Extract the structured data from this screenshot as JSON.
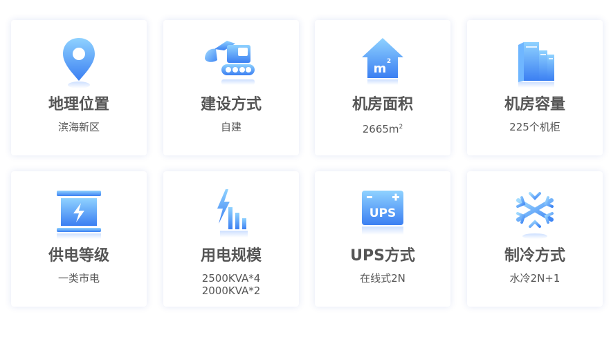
{
  "cards": [
    {
      "icon": "location-pin-icon",
      "title": "地理位置",
      "value": "滨海新区"
    },
    {
      "icon": "excavator-icon",
      "title": "建设方式",
      "value": "自建"
    },
    {
      "icon": "house-m2-icon",
      "title": "机房面积",
      "value_main": "2665m",
      "value_sup": "2",
      "icon_label": "m",
      "icon_label_sup": "2"
    },
    {
      "icon": "server-racks-icon",
      "title": "机房容量",
      "value": "225个机柜"
    },
    {
      "icon": "battery-icon",
      "title": "供电等级",
      "value": "一类市电"
    },
    {
      "icon": "power-bars-icon",
      "title": "用电规模",
      "value_lines": [
        "2500KVA*4",
        "2000KVA*2"
      ]
    },
    {
      "icon": "ups-icon",
      "title": "UPS方式",
      "value": "在线式2N",
      "icon_label": "UPS"
    },
    {
      "icon": "snowflake-icon",
      "title": "制冷方式",
      "value": "水冷2N+1"
    }
  ],
  "colors": {
    "accent_light": "#8ecfff",
    "accent": "#4aa3ff",
    "accent_dark": "#2f6ff0",
    "text": "#555555"
  }
}
